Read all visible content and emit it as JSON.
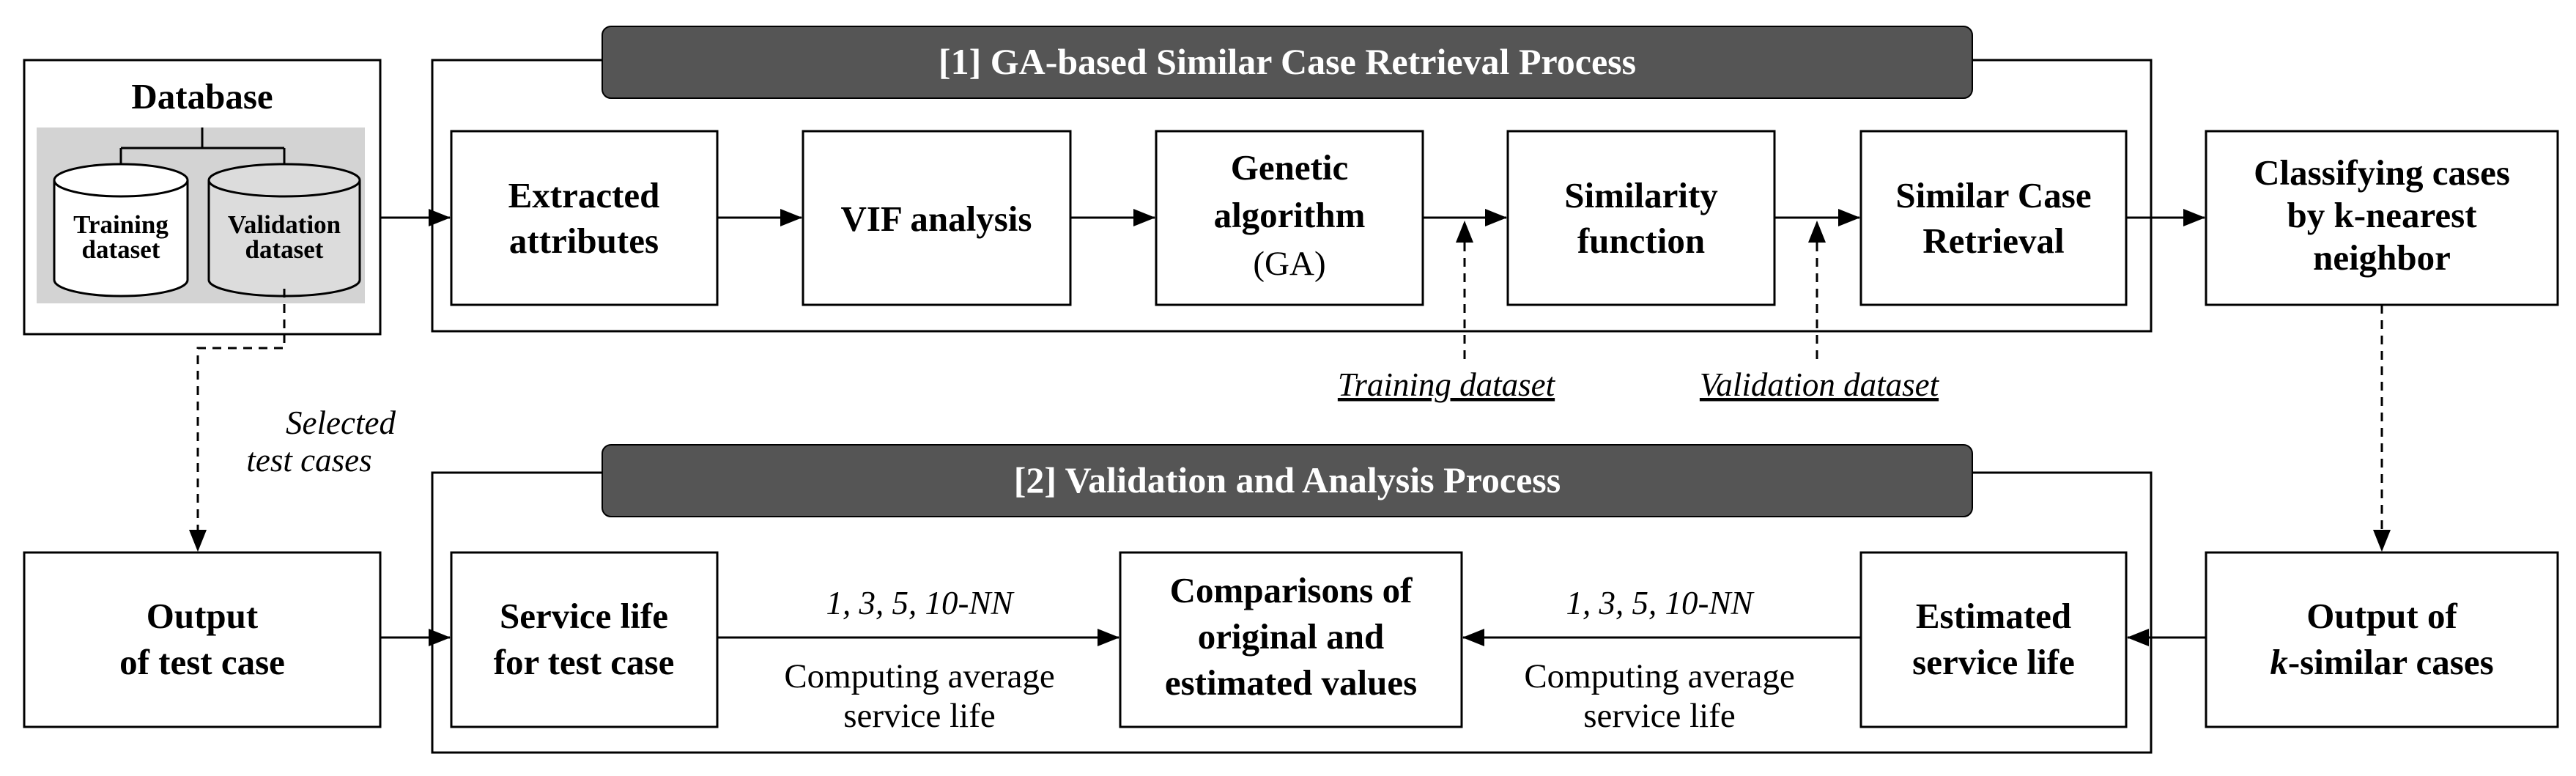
{
  "database": {
    "title": "Database",
    "training_line1": "Training",
    "training_line2": "dataset",
    "validation_line1": "Validation",
    "validation_line2": "dataset"
  },
  "process1": {
    "title": "[1] GA-based Similar  Case Retrieval Process",
    "steps": [
      {
        "line1": "Extracted",
        "line2": "attributes"
      },
      {
        "line1": "VIF analysis"
      },
      {
        "line1": "Genetic",
        "line2": "algorithm",
        "line3": "(GA)"
      },
      {
        "line1": "Similarity",
        "line2": "function"
      },
      {
        "line1": "Similar Case",
        "line2": "Retrieval"
      }
    ],
    "input_training": "Training dataset",
    "input_validation": "Validation dataset"
  },
  "knn": {
    "line1": "Classifying cases",
    "line2": "by k-nearest",
    "line3": "neighbor"
  },
  "selected": {
    "line1": "Selected",
    "line2": "test cases"
  },
  "process2": {
    "title": "[2] Validation  and Analysis  Process",
    "service_life_line1": "Service life",
    "service_life_line2": "for test case",
    "comparisons_line1": "Comparisons of",
    "comparisons_line2": "original and",
    "comparisons_line3": "estimated values",
    "estimated_line1": "Estimated",
    "estimated_line2": "service life",
    "nn_left": "1, 3, 5, 10-NN",
    "nn_right": "1, 3, 5, 10-NN",
    "compute_left_line1": "Computing average",
    "compute_left_line2": "service life",
    "compute_right_line1": "Computing average",
    "compute_right_line2": "service life"
  },
  "output_test": {
    "line1": "Output",
    "line2": "of test case"
  },
  "output_k": {
    "line1": "Output of",
    "line2_prefix": "k",
    "line2_suffix": "-similar cases"
  }
}
